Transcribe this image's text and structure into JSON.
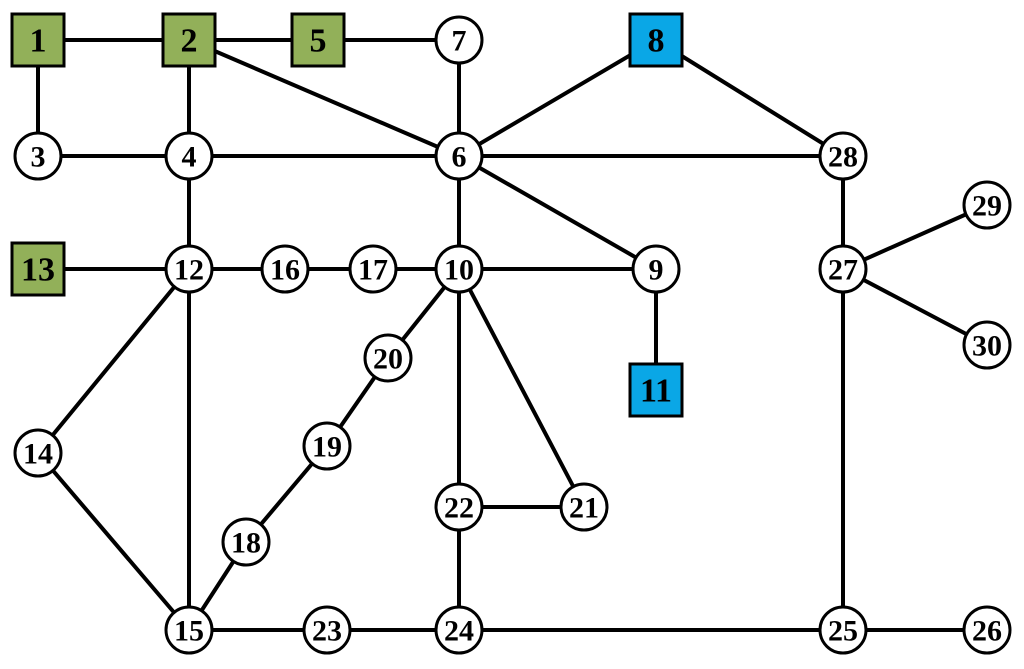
{
  "colors": {
    "background": "#ffffff",
    "line": "#000000",
    "bus_node": "#ffffff",
    "generator_green": "#92b059",
    "generator_blue": "#0aa7e6"
  },
  "nodes": [
    {
      "id": "1",
      "label": "1",
      "shape": "square",
      "color": "#92b059"
    },
    {
      "id": "2",
      "label": "2",
      "shape": "square",
      "color": "#92b059"
    },
    {
      "id": "5",
      "label": "5",
      "shape": "square",
      "color": "#92b059"
    },
    {
      "id": "7",
      "label": "7",
      "shape": "circle",
      "color": "#ffffff"
    },
    {
      "id": "8",
      "label": "8",
      "shape": "square",
      "color": "#0aa7e6"
    },
    {
      "id": "3",
      "label": "3",
      "shape": "circle",
      "color": "#ffffff"
    },
    {
      "id": "4",
      "label": "4",
      "shape": "circle",
      "color": "#ffffff"
    },
    {
      "id": "6",
      "label": "6",
      "shape": "circle",
      "color": "#ffffff"
    },
    {
      "id": "28",
      "label": "28",
      "shape": "circle",
      "color": "#ffffff"
    },
    {
      "id": "29",
      "label": "29",
      "shape": "circle",
      "color": "#ffffff"
    },
    {
      "id": "13",
      "label": "13",
      "shape": "square",
      "color": "#92b059"
    },
    {
      "id": "12",
      "label": "12",
      "shape": "circle",
      "color": "#ffffff"
    },
    {
      "id": "16",
      "label": "16",
      "shape": "circle",
      "color": "#ffffff"
    },
    {
      "id": "17",
      "label": "17",
      "shape": "circle",
      "color": "#ffffff"
    },
    {
      "id": "10",
      "label": "10",
      "shape": "circle",
      "color": "#ffffff"
    },
    {
      "id": "9",
      "label": "9",
      "shape": "circle",
      "color": "#ffffff"
    },
    {
      "id": "27",
      "label": "27",
      "shape": "circle",
      "color": "#ffffff"
    },
    {
      "id": "30",
      "label": "30",
      "shape": "circle",
      "color": "#ffffff"
    },
    {
      "id": "20",
      "label": "20",
      "shape": "circle",
      "color": "#ffffff"
    },
    {
      "id": "11",
      "label": "11",
      "shape": "square",
      "color": "#0aa7e6"
    },
    {
      "id": "14",
      "label": "14",
      "shape": "circle",
      "color": "#ffffff"
    },
    {
      "id": "19",
      "label": "19",
      "shape": "circle",
      "color": "#ffffff"
    },
    {
      "id": "22",
      "label": "22",
      "shape": "circle",
      "color": "#ffffff"
    },
    {
      "id": "21",
      "label": "21",
      "shape": "circle",
      "color": "#ffffff"
    },
    {
      "id": "18",
      "label": "18",
      "shape": "circle",
      "color": "#ffffff"
    },
    {
      "id": "15",
      "label": "15",
      "shape": "circle",
      "color": "#ffffff"
    },
    {
      "id": "23",
      "label": "23",
      "shape": "circle",
      "color": "#ffffff"
    },
    {
      "id": "24",
      "label": "24",
      "shape": "circle",
      "color": "#ffffff"
    },
    {
      "id": "25",
      "label": "25",
      "shape": "circle",
      "color": "#ffffff"
    },
    {
      "id": "26",
      "label": "26",
      "shape": "circle",
      "color": "#ffffff"
    }
  ],
  "edges": [
    [
      "1",
      "2"
    ],
    [
      "2",
      "5"
    ],
    [
      "5",
      "7"
    ],
    [
      "1",
      "3"
    ],
    [
      "2",
      "4"
    ],
    [
      "2",
      "6"
    ],
    [
      "3",
      "4"
    ],
    [
      "4",
      "6"
    ],
    [
      "7",
      "6"
    ],
    [
      "8",
      "6"
    ],
    [
      "8",
      "28"
    ],
    [
      "6",
      "28"
    ],
    [
      "4",
      "12"
    ],
    [
      "6",
      "10"
    ],
    [
      "6",
      "9"
    ],
    [
      "13",
      "12"
    ],
    [
      "12",
      "16"
    ],
    [
      "16",
      "17"
    ],
    [
      "17",
      "10"
    ],
    [
      "10",
      "9"
    ],
    [
      "9",
      "11"
    ],
    [
      "28",
      "27"
    ],
    [
      "27",
      "29"
    ],
    [
      "27",
      "30"
    ],
    [
      "12",
      "14"
    ],
    [
      "12",
      "15"
    ],
    [
      "10",
      "20"
    ],
    [
      "20",
      "19"
    ],
    [
      "19",
      "18"
    ],
    [
      "18",
      "15"
    ],
    [
      "10",
      "22"
    ],
    [
      "10",
      "21"
    ],
    [
      "22",
      "21"
    ],
    [
      "14",
      "15"
    ],
    [
      "22",
      "24"
    ],
    [
      "15",
      "23"
    ],
    [
      "23",
      "24"
    ],
    [
      "24",
      "25"
    ],
    [
      "27",
      "25"
    ],
    [
      "25",
      "26"
    ]
  ]
}
